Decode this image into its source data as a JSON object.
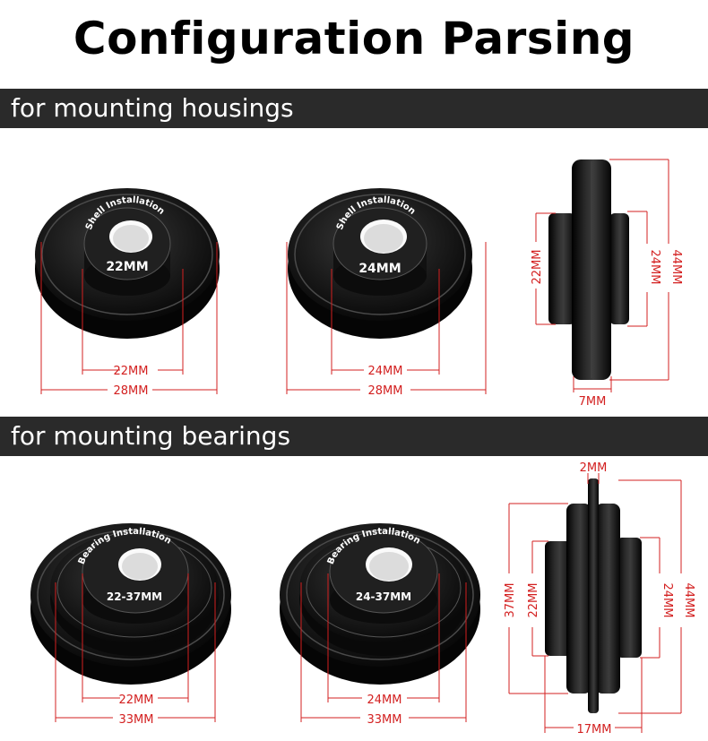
{
  "title": "Configuration Parsing",
  "sections": {
    "housings": "for mounting housings",
    "bearings": "for mounting bearings"
  },
  "housing_tools": [
    {
      "arc_text": "Shell Installation",
      "size_label": "22MM",
      "inner_dim": "22MM",
      "outer_dim": "28MM"
    },
    {
      "arc_text": "Shell Installation",
      "size_label": "24MM",
      "inner_dim": "24MM",
      "outer_dim": "28MM"
    }
  ],
  "housing_side": {
    "left_dim": "22MM",
    "mid_dim": "24MM",
    "right_dim": "44MM",
    "bottom_dim": "7MM"
  },
  "bearing_tools": [
    {
      "arc_text": "Bearing Installation",
      "size_label": "22-37MM",
      "inner_dim": "22MM",
      "outer_dim": "33MM"
    },
    {
      "arc_text": "Bearing Installation",
      "size_label": "24-37MM",
      "inner_dim": "24MM",
      "outer_dim": "33MM"
    }
  ],
  "bearing_side": {
    "top_dim": "2MM",
    "left_outer_dim": "37MM",
    "left_inner_dim": "22MM",
    "mid_dim": "24MM",
    "right_dim": "44MM",
    "bottom_dim": "17MM"
  },
  "colors": {
    "dimension": "#d32020",
    "band": "#2a2a2a",
    "tool": "#111111"
  }
}
